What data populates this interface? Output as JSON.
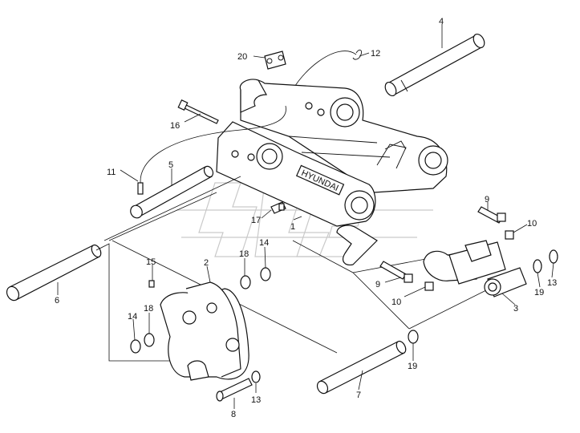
{
  "callouts": [
    {
      "id": "c20",
      "text": "20"
    },
    {
      "id": "c12",
      "text": "12"
    },
    {
      "id": "c4",
      "text": "4"
    },
    {
      "id": "c16",
      "text": "16"
    },
    {
      "id": "c11",
      "text": "11"
    },
    {
      "id": "c5",
      "text": "5"
    },
    {
      "id": "c9a",
      "text": "9"
    },
    {
      "id": "c10a",
      "text": "10"
    },
    {
      "id": "c17",
      "text": "17"
    },
    {
      "id": "c1",
      "text": "1"
    },
    {
      "id": "c14a",
      "text": "14"
    },
    {
      "id": "c18a",
      "text": "18"
    },
    {
      "id": "c15",
      "text": "15"
    },
    {
      "id": "c2",
      "text": "2"
    },
    {
      "id": "c6",
      "text": "6"
    },
    {
      "id": "c18b",
      "text": "18"
    },
    {
      "id": "c14b",
      "text": "14"
    },
    {
      "id": "c9b",
      "text": "9"
    },
    {
      "id": "c10b",
      "text": "10"
    },
    {
      "id": "c19a",
      "text": "19"
    },
    {
      "id": "c13a",
      "text": "13"
    },
    {
      "id": "c3",
      "text": "3"
    },
    {
      "id": "c19b",
      "text": "19"
    },
    {
      "id": "c7",
      "text": "7"
    },
    {
      "id": "c13b",
      "text": "13"
    },
    {
      "id": "c8",
      "text": "8"
    }
  ],
  "nameplate": "HYUNDAI",
  "colors": {
    "line": "#111111",
    "watermark": "#c9c9c9",
    "background": "#ffffff"
  }
}
